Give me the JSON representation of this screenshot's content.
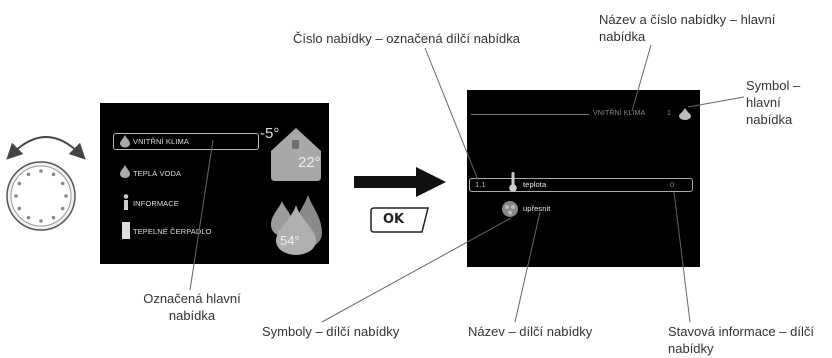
{
  "left_screen": {
    "menu_items": [
      {
        "label": "VNITŘNÍ KLIMA"
      },
      {
        "label": "TEPLÁ VODA"
      },
      {
        "label": "INFORMACE"
      },
      {
        "label": "TEPELNÉ ČERPADLO"
      }
    ],
    "outdoor_temp": "-5°",
    "indoor_temp": "22°",
    "water_temp": "54°"
  },
  "right_screen": {
    "header_title": "VNITŘNÍ KLIMA",
    "header_number": "1",
    "submenus": [
      {
        "number": "1.1",
        "label": "teplota",
        "status": "0"
      },
      {
        "label": "upřesnit"
      }
    ]
  },
  "ok_label": "OK",
  "callouts": {
    "submenu_number": "Číslo nabídky – označená dílčí nabídka",
    "main_menu_name": "Název a číslo nabídky – hlavní nabídka",
    "main_menu_symbol": "Symbol – hlavní nabídka",
    "marked_main_menu": "Označená hlavní nabídka",
    "submenu_symbols": "Symboly – dílčí nabídky",
    "submenu_name": "Název – dílčí nabídky",
    "submenu_status": "Stavová informace – dílčí nabídky"
  }
}
